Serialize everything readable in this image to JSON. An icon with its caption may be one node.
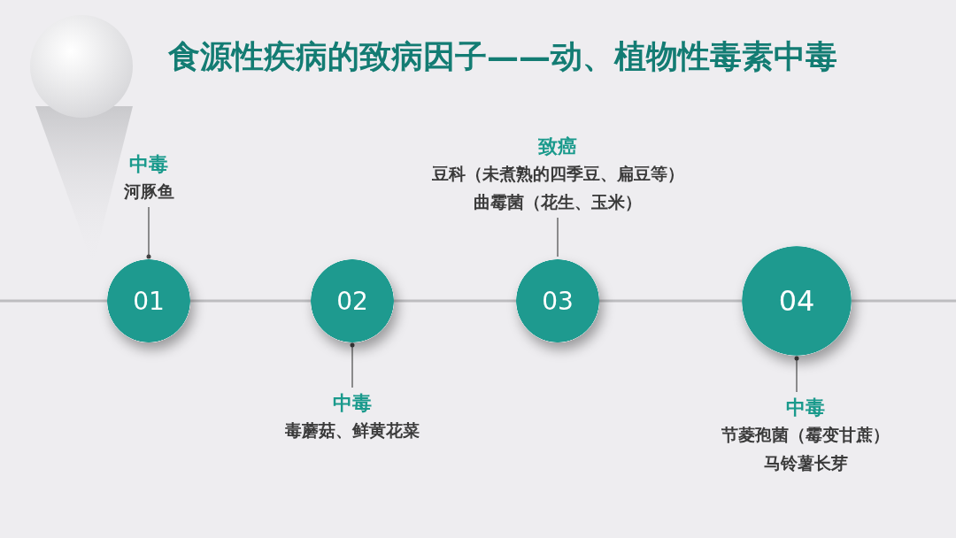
{
  "diagram": {
    "title": "食源性疾病的致病因子——动、植物性毒素中毒",
    "nodes": [
      {
        "text": [
          "中毒",
          "河豚鱼"
        ]
      },
      {
        "text": [
          "致癌",
          "豆科（未煮熟的四季豆、扁豆等）",
          "曲霉菌（花生、玉米）"
        ]
      },
      {
        "text": [
          "01"
        ]
      },
      {
        "text": [
          "02"
        ]
      },
      {
        "text": [
          "03"
        ]
      },
      {
        "text": [
          "04"
        ]
      },
      {
        "text": [
          "中毒",
          "毒蘑菇、鲜黄花菜"
        ]
      },
      {
        "text": [
          "中毒",
          "节菱孢菌（霉变甘蔗）",
          "马铃薯长芽"
        ]
      }
    ],
    "edges": [
      {
        "from": 0,
        "to": 2,
        "arrow": "other"
      },
      {
        "from": 1,
        "to": 4,
        "arrow": "none"
      },
      {
        "from": 2,
        "to": 3,
        "arrow": "none",
        "style": "thick",
        "color": "#bdbdc0"
      },
      {
        "from": 3,
        "to": 4,
        "arrow": "none",
        "style": "thick",
        "color": "#bdbdc0"
      },
      {
        "from": 4,
        "to": 5,
        "arrow": "none",
        "style": "thick",
        "color": "#bdbdc0"
      },
      {
        "from": 6,
        "to": 3,
        "arrow": "other"
      },
      {
        "from": 7,
        "to": 5,
        "arrow": "other"
      }
    ]
  }
}
